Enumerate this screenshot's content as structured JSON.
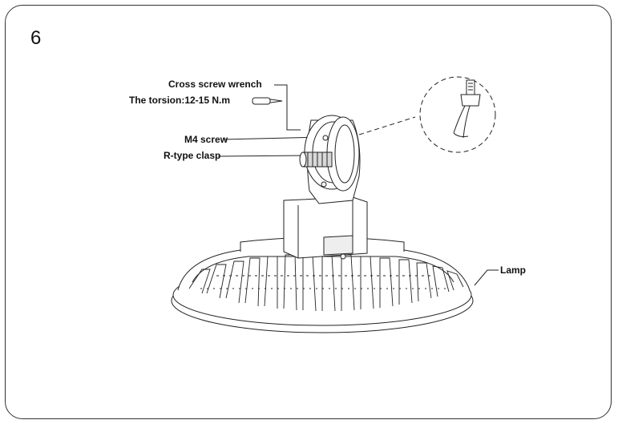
{
  "step_number": "6",
  "labels": {
    "wrench": "Cross screw wrench",
    "torsion": "The torsion:12-15 N.m",
    "m4_screw": "M4 screw",
    "r_clasp": "R-type clasp",
    "lamp": "Lamp"
  },
  "colors": {
    "line": "#222222",
    "fill": "#ffffff",
    "shade": "#d8d8d8"
  },
  "icons": [
    "wrench-icon",
    "wire-connector-icon"
  ]
}
